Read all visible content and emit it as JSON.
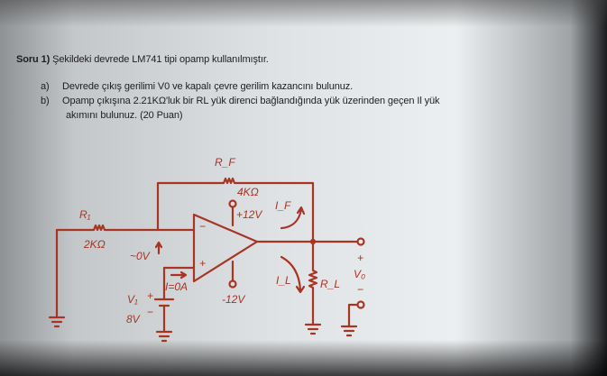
{
  "question": {
    "number_label": "Soru 1)",
    "text": "Şekildeki devrede LM741 tipi opamp kullanılmıştır.",
    "parts": [
      {
        "label": "a)",
        "text": "Devrede çıkış gerilimi V0 ve kapalı çevre gerilim kazancını bulunuz."
      },
      {
        "label": "b)",
        "text": "Opamp çıkışına 2.21KΩ'luk bir RL yük direnci bağlandığında yük üzerinden geçen Il yük",
        "continuation": "akımını bulunuz. (20 Puan)"
      }
    ]
  },
  "circuit": {
    "ink_color": "#a83424",
    "labels": {
      "rf": "R_F",
      "rf_value": "4KΩ",
      "r1": "R₁",
      "r1_value": "2KΩ",
      "virtual_ground": "~0V",
      "vplus_supply": "+12V",
      "vminus_supply": "-12V",
      "if": "I_F",
      "il": "I_L",
      "rl": "R_L",
      "input_current": "I=0A",
      "v1": "V₁",
      "v1_value": "8V",
      "vo": "V₀",
      "plus": "+",
      "minus": "−",
      "opamp_minus": "−",
      "opamp_plus": "+"
    }
  }
}
